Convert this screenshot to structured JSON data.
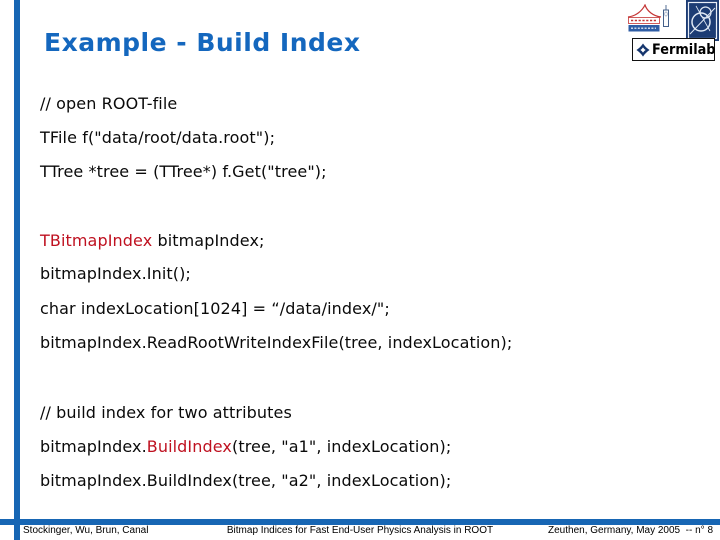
{
  "slide": {
    "title": "Example - Build Index",
    "colors": {
      "accent_blue": "#1766b4",
      "title_blue": "#1467be",
      "code_red": "#bf1120"
    }
  },
  "code": {
    "line1": "// open ROOT-file",
    "line2": "TFile f(\"data/root/data.root\");",
    "line3": "TTree *tree = (TTree*) f.Get(\"tree\");",
    "line4_type": "TBitmapIndex",
    "line4_rest": " bitmapIndex;",
    "line5": "bitmapIndex.Init();",
    "line6": "char indexLocation[1024] = “/data/index/\";",
    "line7": "bitmapIndex.ReadRootWriteIndexFile(tree, indexLocation);",
    "line8": "// build index for two attributes",
    "line9_pre": "bitmapIndex.",
    "line9_method": "BuildIndex",
    "line9_post": "(tree, \"a1\", indexLocation);",
    "line10": "bitmapIndex.BuildIndex(tree, \"a2\", indexLocation);"
  },
  "logos": {
    "fermilab_wordmark": "Fermilab"
  },
  "footer": {
    "authors": "Stockinger, Wu, Brun, Canal",
    "deck_title": "Bitmap Indices for Fast End-User Physics Analysis in ROOT",
    "venue_page": "Zeuthen, Germany, May 2005  -- n° 8"
  }
}
